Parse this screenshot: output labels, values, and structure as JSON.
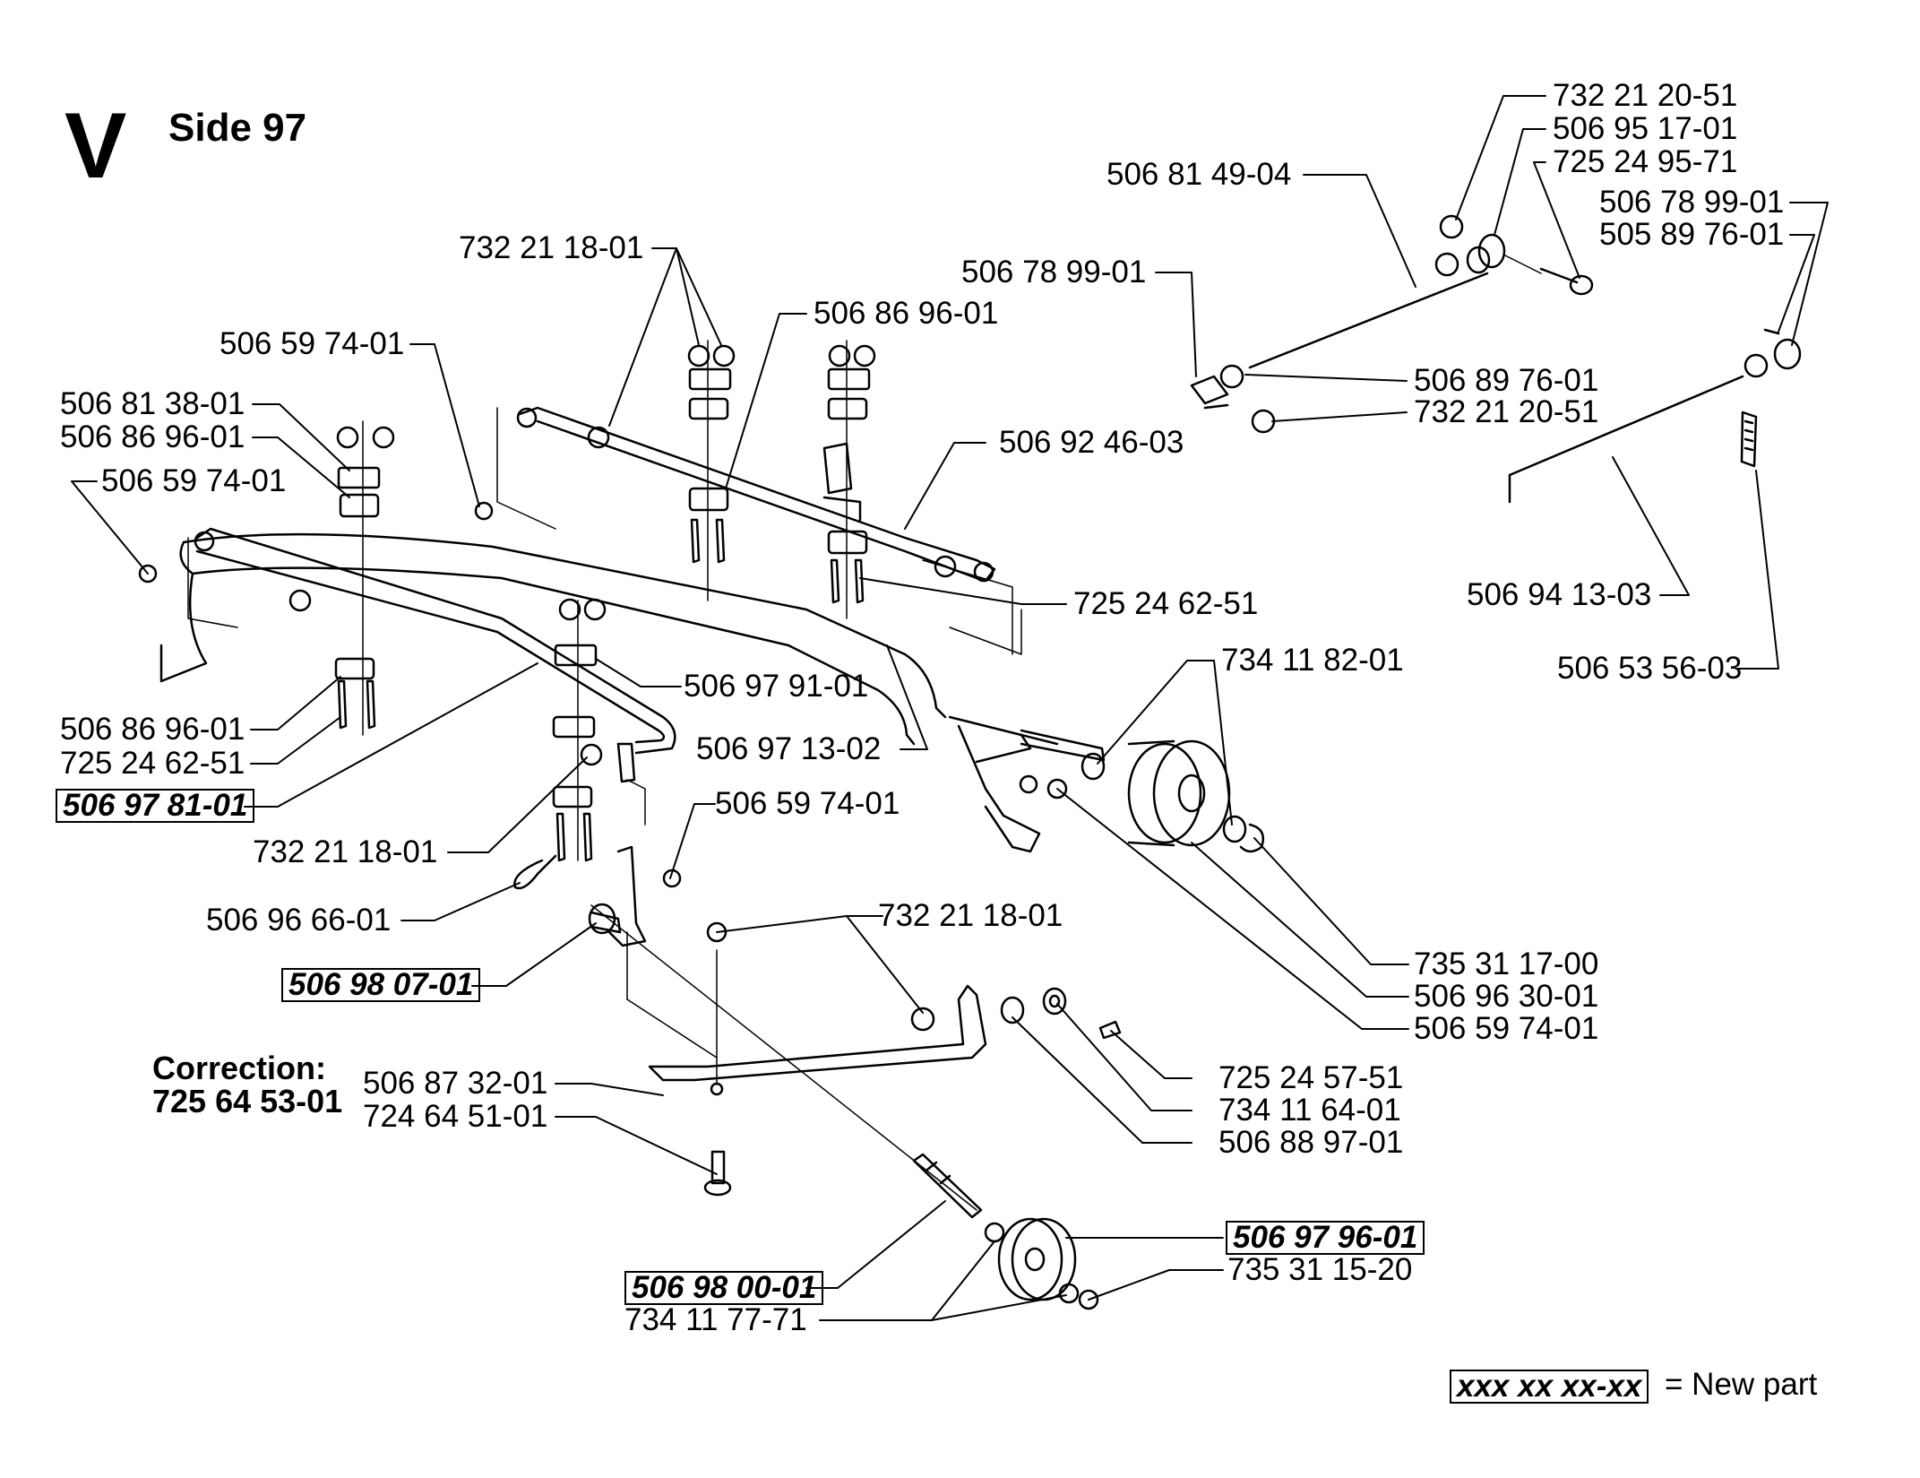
{
  "header": {
    "section_letter": "V",
    "page_title": "Side 97"
  },
  "correction": {
    "heading": "Correction:",
    "part_number": "725 64 53-01"
  },
  "legend": {
    "sample": "xxx xx xx-xx",
    "text": "= New part"
  },
  "labels": {
    "l01": "732 21 20-51",
    "l02": "506 95 17-01",
    "l03": "725 24 95-71",
    "l04": "506 81 49-04",
    "l05": "506 78 99-01",
    "l06": "505 89 76-01",
    "l07": "732 21 18-01",
    "l08": "506 78 99-01",
    "l09": "506 86 96-01",
    "l10": "506 59 74-01",
    "l11": "506 89 76-01",
    "l12": "506 81 38-01",
    "l13": "732 21 20-51",
    "l14": "506 86 96-01",
    "l15": "506 92 46-03",
    "l16": "506 59 74-01",
    "l17": "725 24 62-51",
    "l18": "506 94 13-03",
    "l19": "734 11 82-01",
    "l20": "506 53 56-03",
    "l21": "506 97 91-01",
    "l22": "506 86 96-01",
    "l23": "725 24 62-51",
    "l24": "506 97 13-02",
    "l25": "506 97 81-01",
    "l26": "506 59 74-01",
    "l27": "732 21 18-01",
    "l28": "506 96 66-01",
    "l29": "732 21 18-01",
    "l30": "506 98 07-01",
    "l31": "735 31 17-00",
    "l32": "506 96 30-01",
    "l33": "506 59 74-01",
    "l34": "725 24 57-51",
    "l35": "506 87 32-01",
    "l36": "734 11 64-01",
    "l37": "724 64 51-01",
    "l38": "506 88 97-01",
    "l39": "506 97 96-01",
    "l40": "735 31 15-20",
    "l41": "506 98 00-01",
    "l42": "734 11 77-71"
  }
}
